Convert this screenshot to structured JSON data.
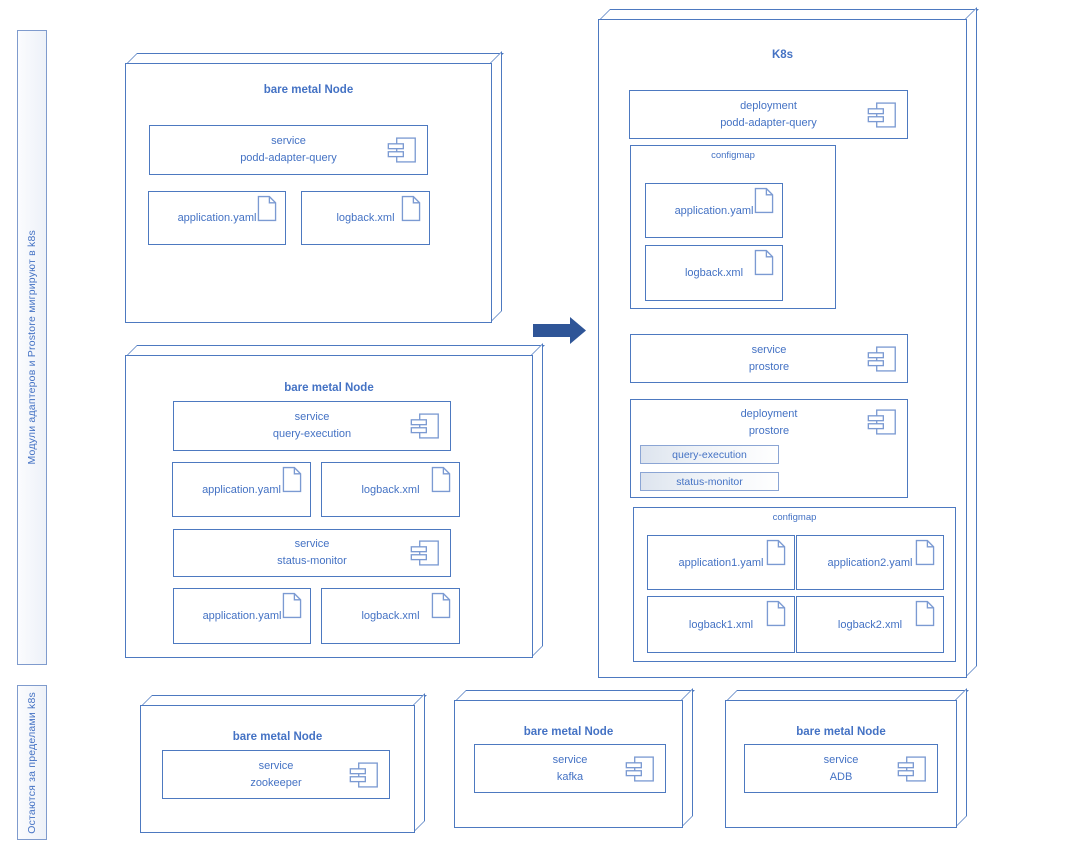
{
  "sidebar": {
    "migrate_label": "Модули адаптеров и Prostore мигрируют в k8s",
    "outside_label": "Остаются за пределами k8s"
  },
  "node_top": {
    "title": "bare metal Node",
    "service": {
      "type": "service",
      "name": "podd-adapter-query"
    },
    "files": [
      {
        "label": "application.yaml"
      },
      {
        "label": "logback.xml"
      }
    ]
  },
  "node_mid": {
    "title": "bare metal Node",
    "service1": {
      "type": "service",
      "name": "query-execution"
    },
    "files1": [
      {
        "label": "application.yaml"
      },
      {
        "label": "logback.xml"
      }
    ],
    "service2": {
      "type": "service",
      "name": "status-monitor"
    },
    "files2": [
      {
        "label": "application.yaml"
      },
      {
        "label": "logback.xml"
      }
    ]
  },
  "k8s": {
    "title": "K8s",
    "deployment1": {
      "type": "deployment",
      "name": "podd-adapter-query"
    },
    "configmap1": {
      "title": "configmap",
      "files": [
        {
          "label": "application.yaml"
        },
        {
          "label": "logback.xml"
        }
      ]
    },
    "service_prostore": {
      "type": "service",
      "name": "prostore"
    },
    "deployment2": {
      "type": "deployment",
      "name": "prostore",
      "modules": [
        {
          "label": "query-execution"
        },
        {
          "label": "status-monitor"
        }
      ]
    },
    "configmap2": {
      "title": "configmap",
      "files": [
        {
          "label": "application1.yaml"
        },
        {
          "label": "application2.yaml"
        },
        {
          "label": "logback1.xml"
        },
        {
          "label": "logback2.xml"
        }
      ]
    }
  },
  "node_zookeeper": {
    "title": "bare metal Node",
    "service": {
      "type": "service",
      "name": "zookeeper"
    }
  },
  "node_kafka": {
    "title": "bare metal Node",
    "service": {
      "type": "service",
      "name": "kafka"
    }
  },
  "node_adb": {
    "title": "bare metal Node",
    "service": {
      "type": "service",
      "name": "ADB"
    }
  },
  "colors": {
    "accent": "#4472C4",
    "border": "#4D79C0",
    "arrow": "#2F5597",
    "chip_fill": "#DDE4EE"
  }
}
